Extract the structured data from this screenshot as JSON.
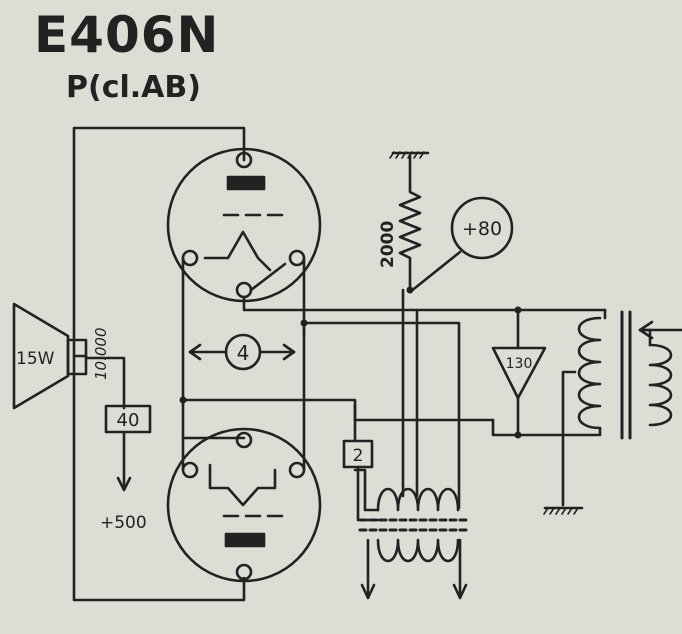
{
  "title": "E406N",
  "subtitle": "P(cl.AB)",
  "labels": {
    "speaker_power": "15W",
    "speaker_impedance": "10.000",
    "resistor_top": "2000",
    "voltage_plus80": "+80",
    "box_40": "40",
    "voltage_plus500": "+500",
    "bias_4": "4",
    "box_2": "2",
    "triangle_130": "130"
  },
  "colors": {
    "background": "#dddcd5",
    "ink": "#222222"
  }
}
